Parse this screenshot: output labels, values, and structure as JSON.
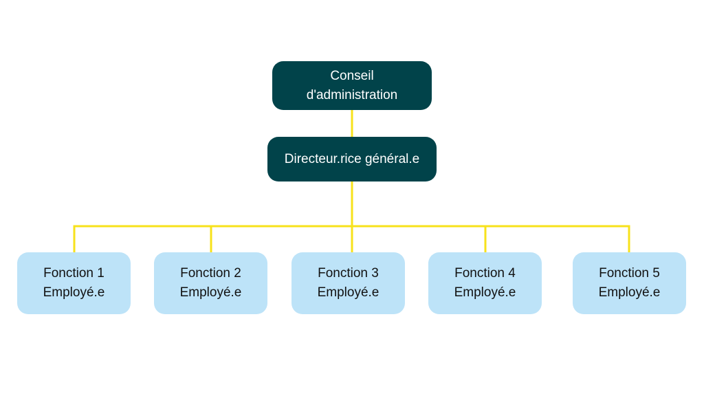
{
  "colors": {
    "connector": "#f7e21b",
    "top_nodes": "#01434a",
    "function_nodes": "#bde3f8"
  },
  "chart": {
    "board": {
      "line1": "Conseil",
      "line2": "d'administration"
    },
    "director": {
      "label": "Directeur.rice général.e"
    },
    "functions": [
      {
        "title": "Fonction 1",
        "role": "Employé.e"
      },
      {
        "title": "Fonction 2",
        "role": "Employé.e"
      },
      {
        "title": "Fonction 3",
        "role": "Employé.e"
      },
      {
        "title": "Fonction 4",
        "role": "Employé.e"
      },
      {
        "title": "Fonction 5",
        "role": "Employé.e"
      }
    ]
  }
}
